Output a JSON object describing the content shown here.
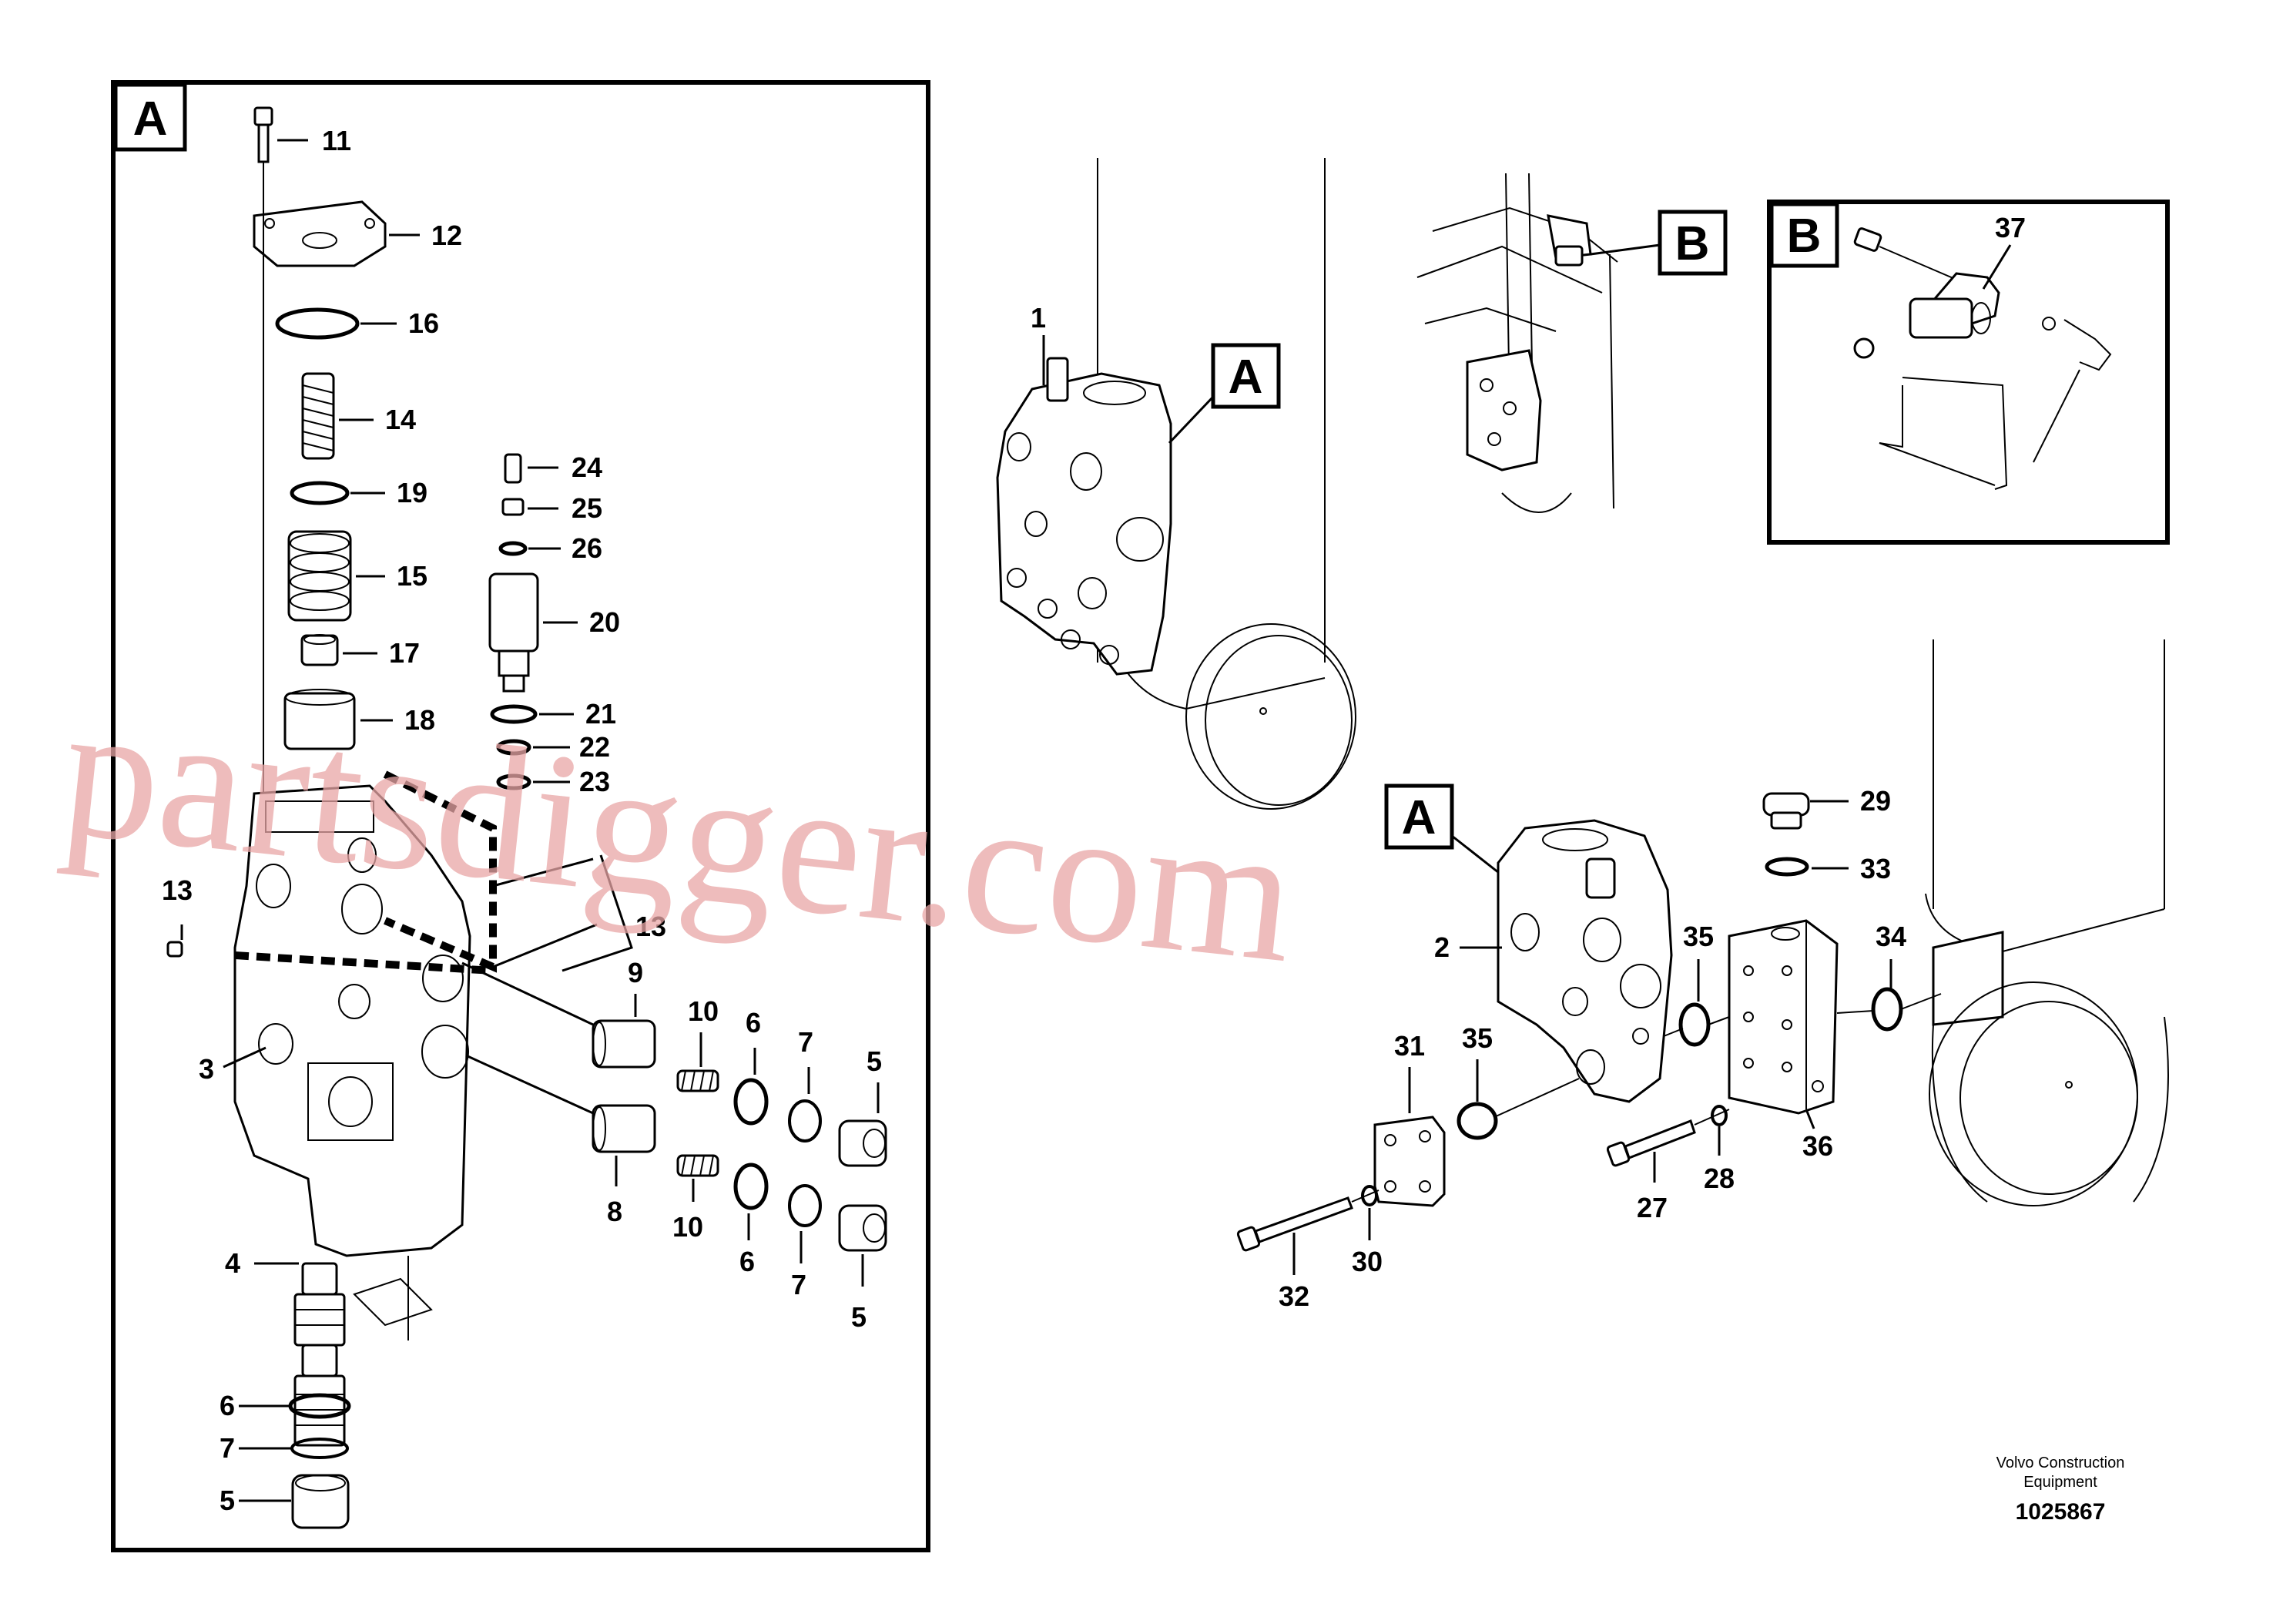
{
  "views": {
    "detail_a": "A",
    "detail_b": "B",
    "callout_a_top": "A",
    "callout_a_bottom": "A",
    "callout_b": "B"
  },
  "labels": {
    "p1": "1",
    "p2": "2",
    "p3": "3",
    "p4": "4",
    "p5a": "5",
    "p5b": "5",
    "p5c": "5",
    "p6a": "6",
    "p6b": "6",
    "p6c": "6",
    "p7a": "7",
    "p7b": "7",
    "p7c": "7",
    "p8": "8",
    "p9": "9",
    "p10a": "10",
    "p10b": "10",
    "p11": "11",
    "p12": "12",
    "p13": "13",
    "p13b": "13",
    "p14": "14",
    "p15": "15",
    "p16": "16",
    "p17": "17",
    "p18": "18",
    "p19": "19",
    "p20": "20",
    "p21": "21",
    "p22": "22",
    "p23": "23",
    "p24": "24",
    "p25": "25",
    "p26": "26",
    "p27": "27",
    "p28": "28",
    "p29": "29",
    "p30": "30",
    "p31": "31",
    "p32": "32",
    "p33": "33",
    "p34": "34",
    "p35a": "35",
    "p35b": "35",
    "p36": "36",
    "p37": "37"
  },
  "footer": {
    "maker_line1": "Volvo Construction",
    "maker_line2": "Equipment",
    "doc_number": "1025867"
  },
  "watermark": "partsdigger.com"
}
